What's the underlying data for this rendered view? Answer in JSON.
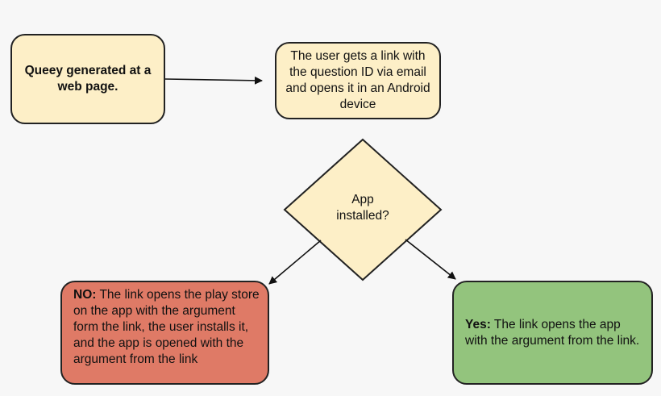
{
  "nodes": {
    "start": {
      "text": "Queey generated at a web page."
    },
    "link": {
      "text": "The user gets a link with the question ID via email and opens it in an Android device"
    },
    "decision": {
      "line1": "App",
      "line2": "installed?"
    },
    "no": {
      "label": "NO:",
      "text": " The link opens the play store on the app with the argument form the link, the user installs it, and the  app is opened with the argument from the link"
    },
    "yes": {
      "label": "Yes:",
      "text": " The link opens the app with the argument from the link."
    }
  },
  "colors": {
    "process_fill": "#fdefc7",
    "no_fill": "#df7a66",
    "yes_fill": "#93c47d",
    "stroke": "#222222"
  }
}
